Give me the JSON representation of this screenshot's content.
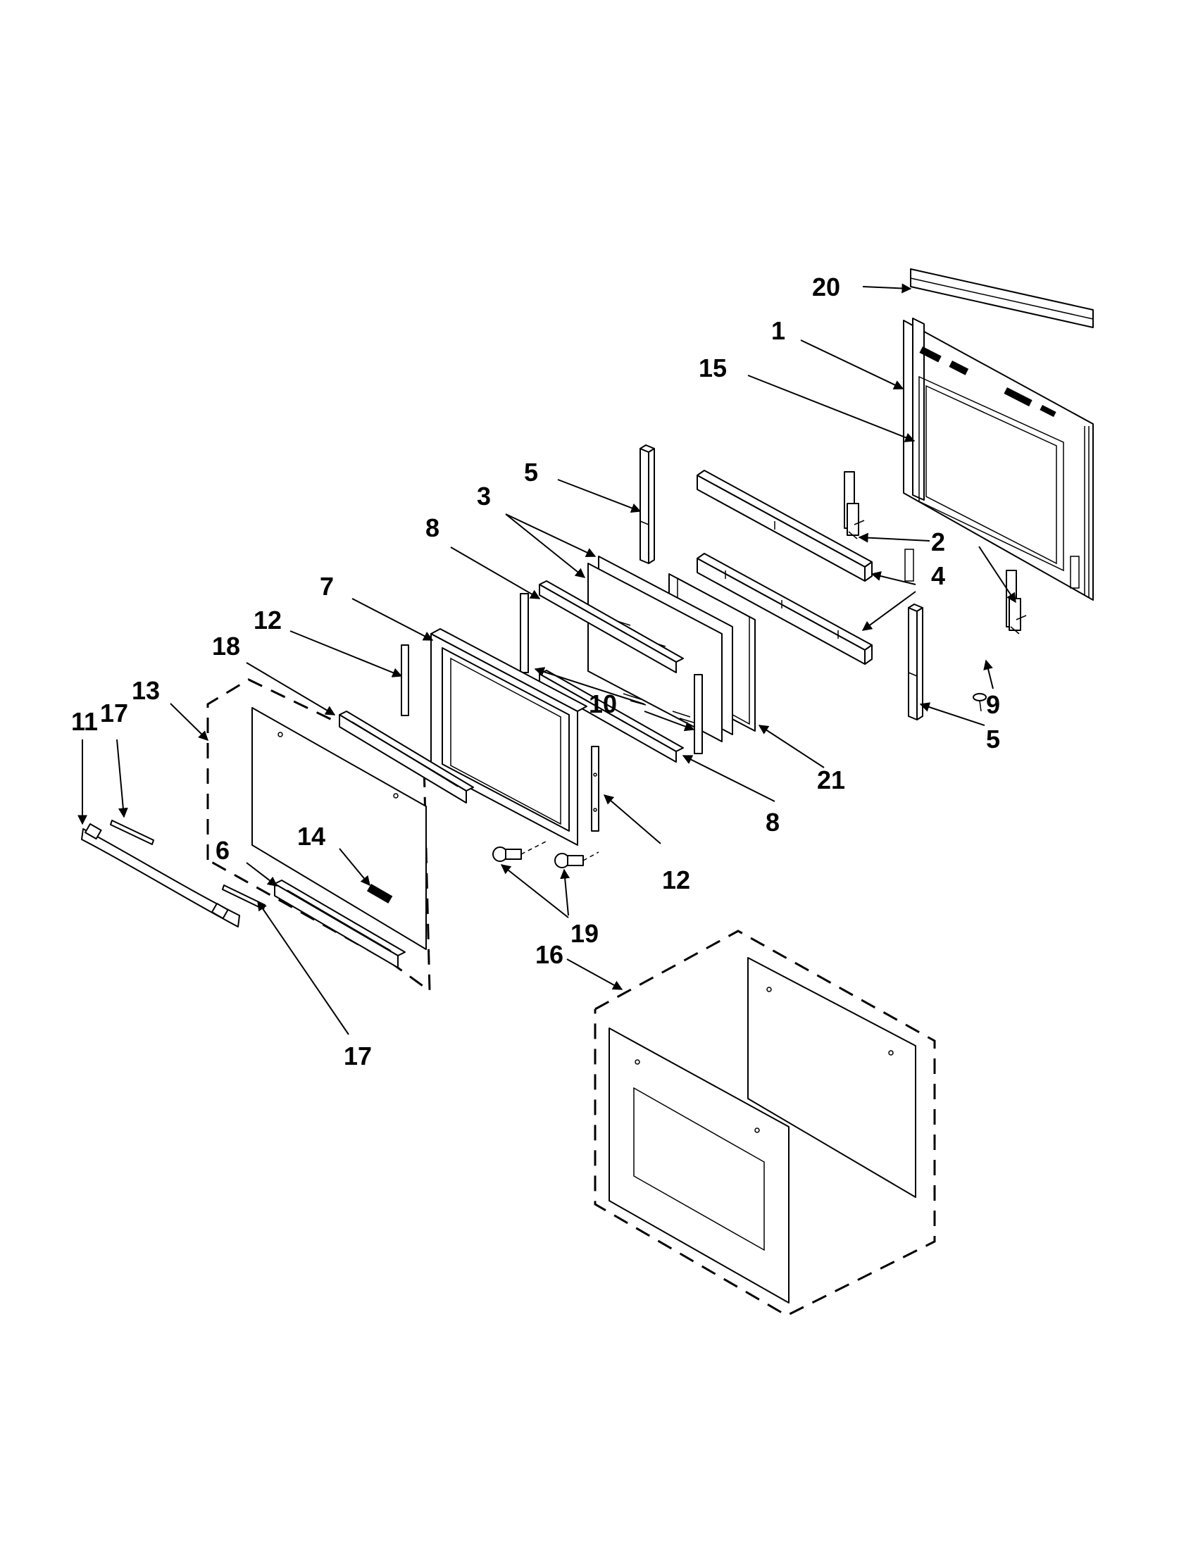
{
  "callouts": [
    {
      "id": "c20",
      "label": "20"
    },
    {
      "id": "c1",
      "label": "1"
    },
    {
      "id": "c15",
      "label": "15"
    },
    {
      "id": "c5a",
      "label": "5"
    },
    {
      "id": "c3",
      "label": "3"
    },
    {
      "id": "c8a",
      "label": "8"
    },
    {
      "id": "c2",
      "label": "2"
    },
    {
      "id": "c4",
      "label": "4"
    },
    {
      "id": "c7",
      "label": "7"
    },
    {
      "id": "c12a",
      "label": "12"
    },
    {
      "id": "c18",
      "label": "18"
    },
    {
      "id": "c13",
      "label": "13"
    },
    {
      "id": "c11",
      "label": "11"
    },
    {
      "id": "c17a",
      "label": "17"
    },
    {
      "id": "c10",
      "label": "10"
    },
    {
      "id": "c9",
      "label": "9"
    },
    {
      "id": "c5b",
      "label": "5"
    },
    {
      "id": "c21",
      "label": "21"
    },
    {
      "id": "c8b",
      "label": "8"
    },
    {
      "id": "c14",
      "label": "14"
    },
    {
      "id": "c6",
      "label": "6"
    },
    {
      "id": "c12b",
      "label": "12"
    },
    {
      "id": "c19",
      "label": "19"
    },
    {
      "id": "c16",
      "label": "16"
    },
    {
      "id": "c17b",
      "label": "17"
    }
  ]
}
